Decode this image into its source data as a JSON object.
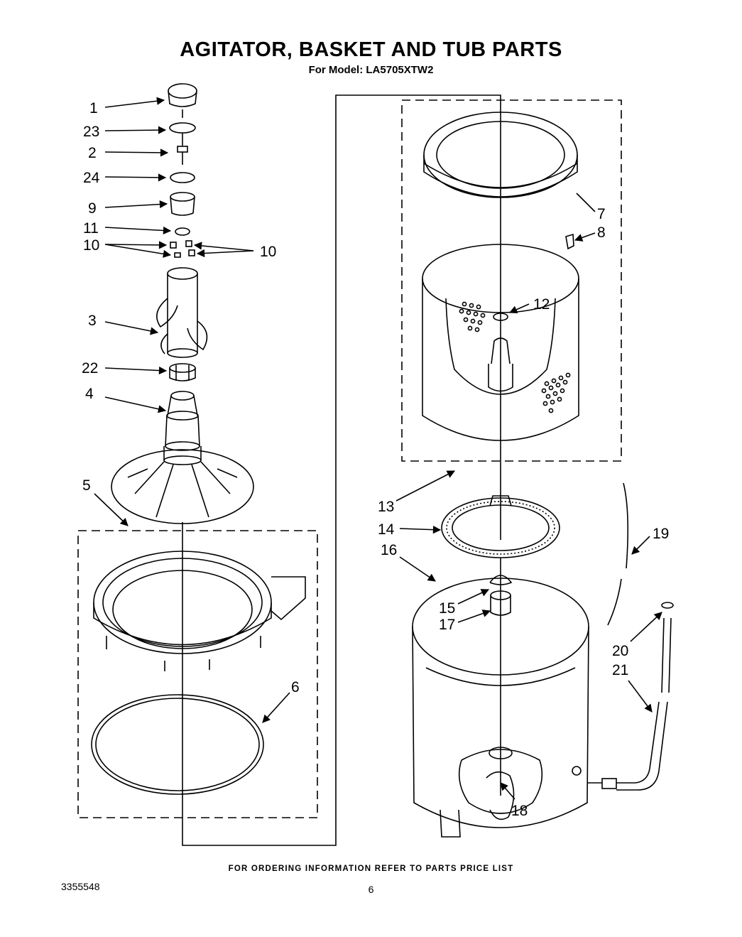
{
  "header": {
    "title": "AGITATOR, BASKET AND TUB PARTS",
    "model_line": "For Model: LA5705XTW2"
  },
  "callouts": {
    "c1": "1",
    "c23": "23",
    "c2": "2",
    "c24": "24",
    "c9": "9",
    "c11": "11",
    "c10a": "10",
    "c10b": "10",
    "c3": "3",
    "c22": "22",
    "c4": "4",
    "c5": "5",
    "c6": "6",
    "c7": "7",
    "c8": "8",
    "c12": "12",
    "c13": "13",
    "c14": "14",
    "c16": "16",
    "c15": "15",
    "c17": "17",
    "c18": "18",
    "c19": "19",
    "c20": "20",
    "c21": "21"
  },
  "footer": {
    "ordering_note": "FOR ORDERING INFORMATION REFER TO PARTS PRICE LIST",
    "document_number": "3355548",
    "page_number": "6"
  }
}
